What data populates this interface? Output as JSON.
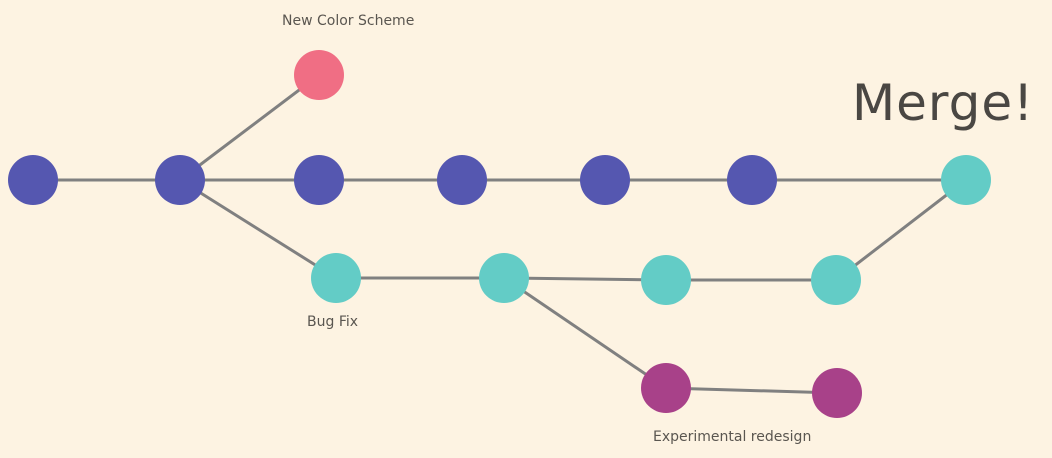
{
  "labels": {
    "new_color_scheme": "New Color Scheme",
    "bug_fix": "Bug Fix",
    "experimental_redesign": "Experimental redesign",
    "merge": "Merge!"
  },
  "colors": {
    "background": "#fdf3e2",
    "line": "#808080",
    "main_branch": "#5557b0",
    "color_scheme_branch": "#f06e84",
    "bugfix_branch": "#63ccc6",
    "experimental_branch": "#a84189",
    "text": "#5a5650"
  },
  "branches": [
    {
      "id": "main",
      "color_key": "main_branch",
      "commit_count": 6
    },
    {
      "id": "color-scheme",
      "color_key": "color_scheme_branch",
      "commit_count": 1
    },
    {
      "id": "bug-fix",
      "color_key": "bugfix_branch",
      "commit_count": 4
    },
    {
      "id": "experimental",
      "color_key": "experimental_branch",
      "commit_count": 2
    },
    {
      "id": "merge",
      "color_key": "bugfix_branch",
      "commit_count": 1
    }
  ]
}
